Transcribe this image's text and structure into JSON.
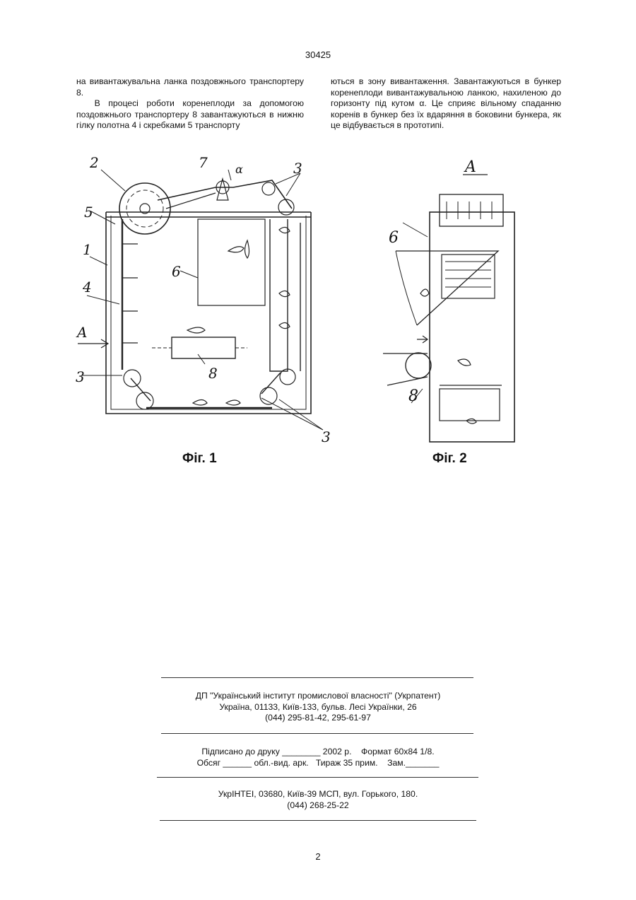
{
  "header": {
    "page_number": "30425"
  },
  "body": {
    "left_column": [
      "на вивантажувальна ланка поздовжнього транспо­ртеру 8.",
      "В процесі роботи коренеплоди за допомогою поздовжнього транспортеру 8 завантажуються в нижню гілку полотна 4 і скребками 5 транспорту­"
    ],
    "right_column": "ються в зону вивантаження. Завантажуються в бу­нкер коренеплоди вивантажувальною ланкою, на­хиленою до горизонту під кутом α. Це сприяє віль­ному спаданню коренів в бункер без їх вдаряння в боковини бункера, як це відбувається в прототипі."
  },
  "figures": {
    "fig1": {
      "caption": "Фіг. 1",
      "labels": {
        "l1": "1",
        "l2": "2",
        "l3a": "3",
        "l3b": "3",
        "l3c": "3",
        "l4": "4",
        "l5": "5",
        "l6": "6",
        "l7": "7",
        "l8": "8",
        "alpha": "α",
        "view": "A"
      }
    },
    "fig2": {
      "caption": "Фіг. 2",
      "labels": {
        "view": "A",
        "l6": "6",
        "l8": "8"
      }
    }
  },
  "imprint": {
    "publisher": [
      "ДП \"Український інститут промислової власності\" (Укрпатент)",
      "Україна, 01133, Київ-133, бульв. Лесі Українки, 26",
      "(044) 295-81-42, 295-61-97"
    ],
    "print_info": [
      "Підписано до друку ________ 2002 р.    Формат 60х84 1/8.",
      "Обсяг ______ обл.-вид. арк.   Тираж 35 прим.    Зам._______"
    ],
    "printer": [
      "УкрІНТЕІ, 03680, Київ-39 МСП, вул. Горького, 180.",
      "(044) 268-25-22"
    ]
  },
  "footer": {
    "page_number": "2"
  }
}
